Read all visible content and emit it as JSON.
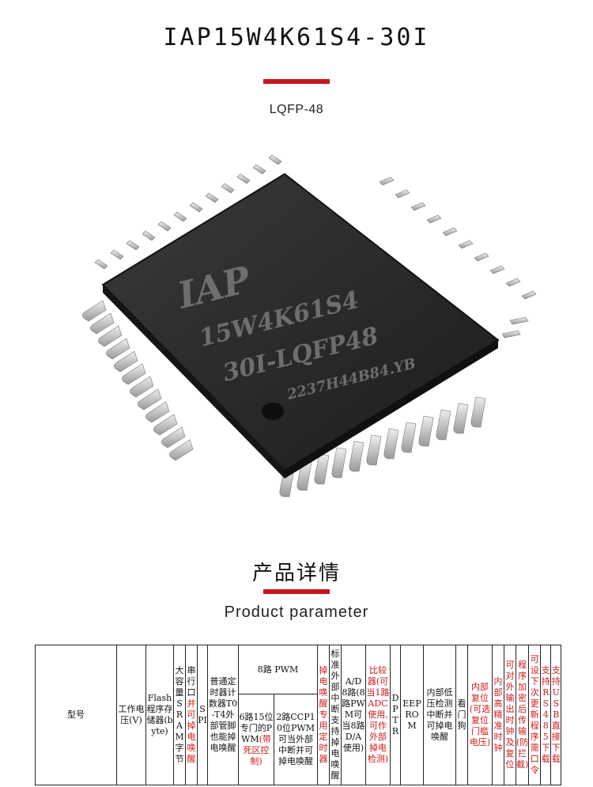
{
  "header": {
    "title": "IAP15W4K61S4-30I",
    "package": "LQFP-48"
  },
  "chip": {
    "marking_line1": "IAP",
    "marking_line2": "15W4K61S4",
    "marking_line3": "30I-LQFP48",
    "marking_line4": "2237H44B84.YB",
    "colors": {
      "body": "#2a2a2a",
      "pins": "#c9c9c9",
      "marking": "#6e6e6e"
    }
  },
  "section": {
    "title_cn": "产品详情",
    "title_en": "Product parameter"
  },
  "table": {
    "model": "型号",
    "voltage": "工作电压(V)",
    "flash": "Flash程序存储器(byte)",
    "sram": "大容量SRAM字节",
    "uart_a": "串行口",
    "uart_b": "并可掉电唤醒",
    "spi": "SPI",
    "timer": "普通定时器计数器T0-T4外部管脚也能掉电唤醒",
    "pwm_header": "8路 PWM",
    "pwm_a_a": "6路15位专门的PWM",
    "pwm_a_b": "(带死区控制)",
    "pwm_b": "2路CCP10位PWM可当外部中断并可掉电唤醒",
    "wakeup_timer": "掉电唤醒专用定时器",
    "ext_int": "标准外部中断支持掉电唤醒",
    "adc_pwm": "A/D 8路(8路PWM可当8路D/A使用)",
    "comparator": "比较器(可当1路ADC使用,可作外部掉电检测)",
    "dptr": "DPTR",
    "eeprom": "EEPROM",
    "lvd": "内部低压检测中断并可掉电唤醒",
    "watchdog": "看门狗",
    "reset": "内部复位(可选复位门槛电压)",
    "osc": "内部高精准时钟",
    "clock_out": "可对外输出时钟及复位",
    "encrypt": "程序加密后传输(防拦截)",
    "isp_update": "可设下次更新程序需口令",
    "rs485": "支持RS485下载",
    "usb": "支持USB直接下载"
  }
}
